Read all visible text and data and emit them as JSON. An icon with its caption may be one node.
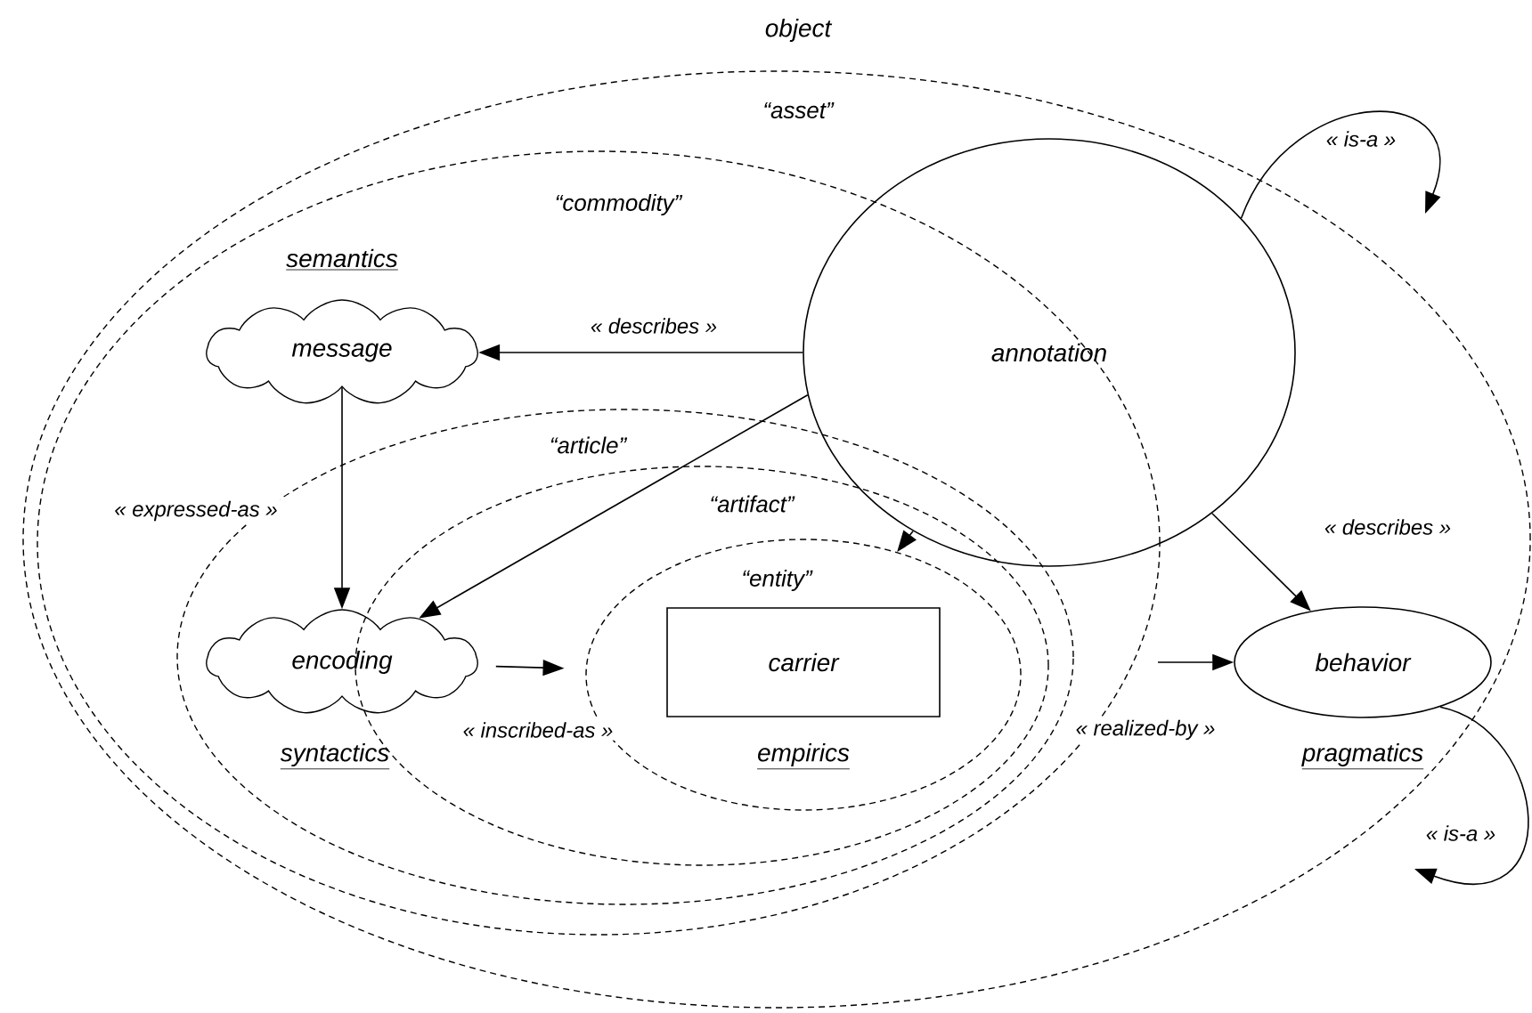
{
  "diagram": {
    "nodes": [
      {
        "text": [
          "“asset”"
        ]
      },
      {
        "text": [
          "“commodity”"
        ],
        "in": 0
      },
      {
        "text": [
          "message"
        ],
        "beside": [
          "semantics"
        ],
        "in": 1
      },
      {
        "text": [
          "annotation"
        ],
        "in": 0
      },
      {
        "text": [
          "“article”"
        ],
        "in": 1
      },
      {
        "text": [
          "encoding"
        ],
        "beside": [
          "syntactics"
        ],
        "in": 4
      },
      {
        "text": [
          "“artifact”"
        ],
        "in": 4
      },
      {
        "text": [
          "“entity”"
        ],
        "in": 6
      },
      {
        "text": [
          "carrier"
        ],
        "beside": [
          "empirics"
        ],
        "in": 7
      },
      {
        "text": [
          "behavior"
        ],
        "beside": [
          "pragmatics"
        ],
        "in": 0
      }
    ],
    "edges": [
      {
        "from": 3,
        "to": 2,
        "arrow": "to",
        "label": "« describes »"
      },
      {
        "from": 2,
        "to": 5,
        "arrow": "to",
        "label": "« expressed-as »"
      },
      {
        "from": 3,
        "to": 5,
        "arrow": "to"
      },
      {
        "from": 3,
        "to": 7,
        "arrow": "to"
      },
      {
        "from": 3,
        "to": 9,
        "arrow": "to",
        "label": "« describes »"
      },
      {
        "from": 5,
        "to": 7,
        "arrow": "to",
        "label": "« inscribed-as »"
      },
      {
        "from": null,
        "to": 9,
        "arrow": "to",
        "label": "« realized-by »"
      },
      {
        "from": 3,
        "to": 0,
        "arrow": "to",
        "label": "« is-a »"
      },
      {
        "from": 9,
        "to": 0,
        "arrow": "to",
        "label": "« is-a »"
      }
    ],
    "labels": [
      "object"
    ]
  }
}
